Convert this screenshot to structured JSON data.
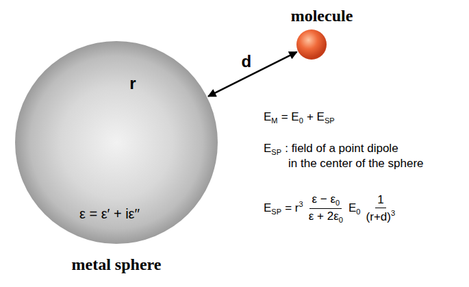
{
  "diagram": {
    "nodes": [
      {
        "text": [
          "ε = ε′ + iε′′",
          "metal sphere"
        ]
      },
      {
        "text": [
          "molecule"
        ]
      }
    ],
    "edges": [
      {
        "from": 0,
        "to": 1,
        "arrow": "both",
        "label": "d"
      }
    ],
    "labels": [
      "r",
      "E",
      "M",
      "= E",
      "0",
      "+ E",
      "SP",
      "E",
      "SP",
      ": field of a point dipole",
      "in the center of the sphere",
      "E",
      "SP",
      "= r",
      "3",
      "ε − ε",
      "0",
      "ε + 2ε",
      "0",
      "E",
      "0",
      "1",
      "(r+d)",
      "3"
    ]
  }
}
